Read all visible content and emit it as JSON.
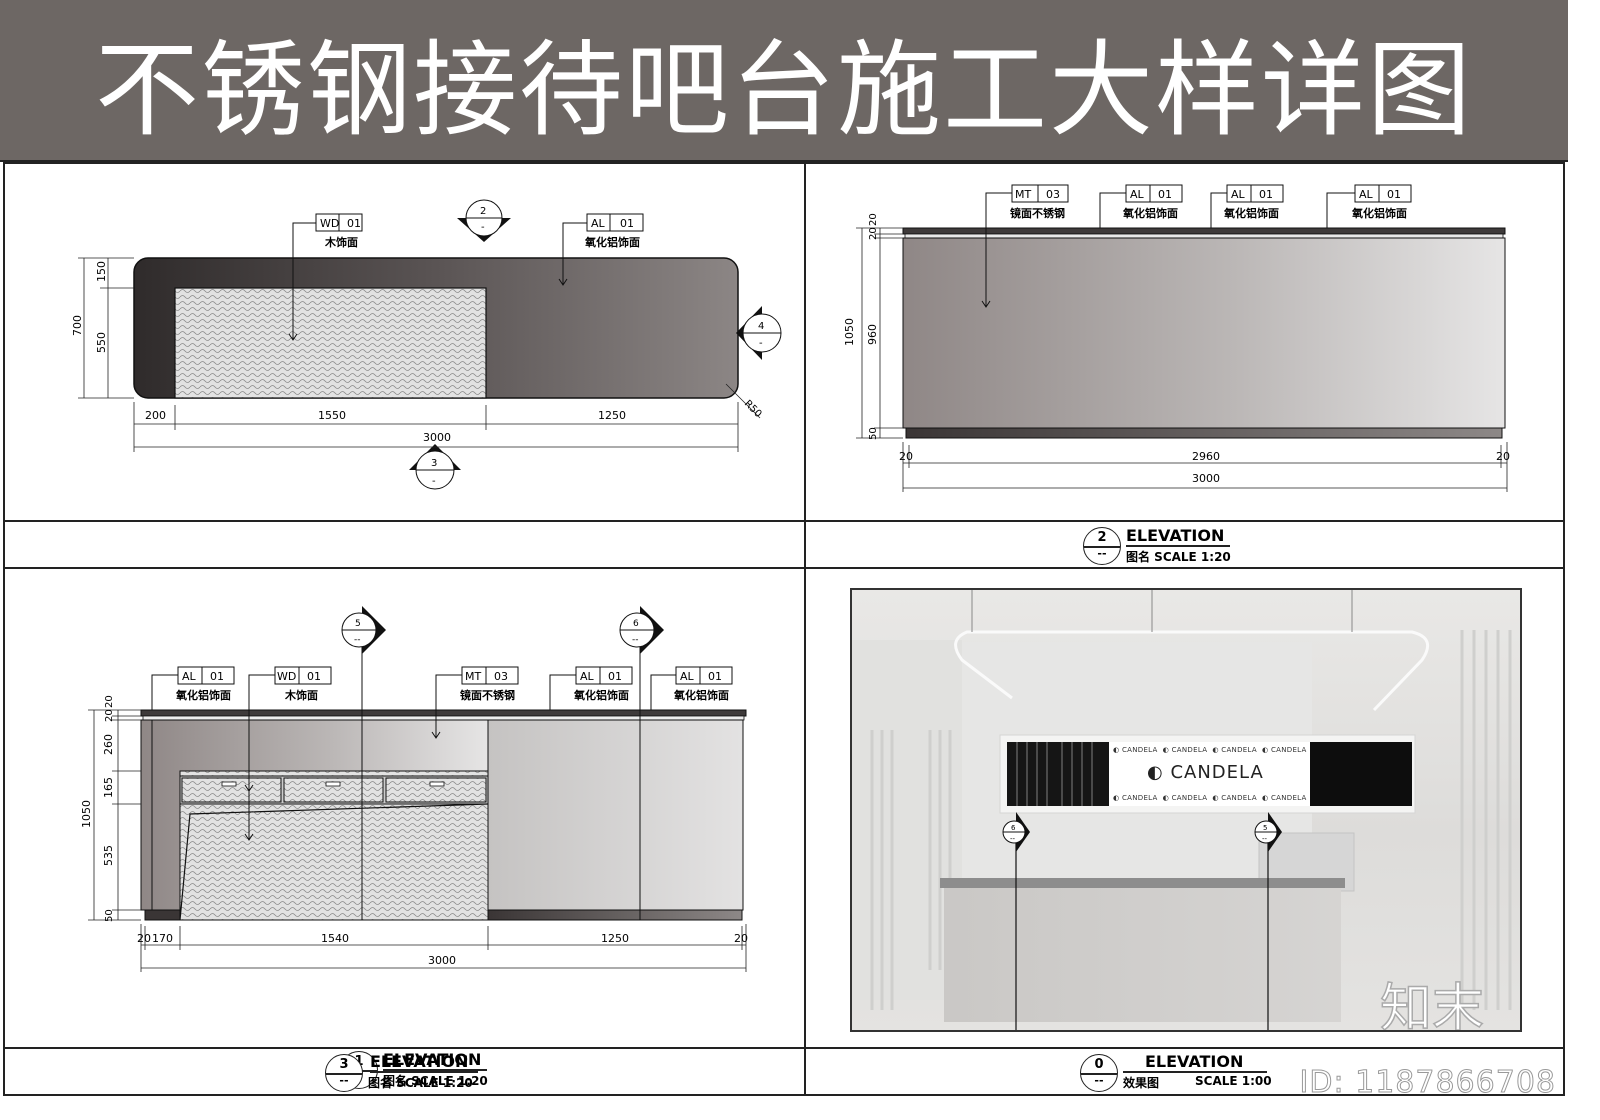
{
  "title": "不锈钢接待吧台施工大样详图",
  "colors": {
    "title_bg": "#6d6764",
    "dark_panel": "#3a3636",
    "mid_panel": "#8a8482",
    "light_panel": "#dddcdc",
    "line": "#222222"
  },
  "tags": {
    "wd01": {
      "code": "WD",
      "num": "01",
      "label": "木饰面"
    },
    "al01": {
      "code": "AL",
      "num": "01",
      "label": "氧化铝饰面"
    },
    "mt03": {
      "code": "MT",
      "num": "03",
      "label": "镜面不锈钢"
    }
  },
  "panel1": {
    "caption": {
      "num": "1",
      "sub": "-",
      "title": "ELEVATION",
      "subtitle": "图名  SCALE 1:20"
    },
    "markers": [
      {
        "num": "2",
        "sub": "-"
      },
      {
        "num": "3",
        "sub": "-"
      },
      {
        "num": "4",
        "sub": "-"
      }
    ],
    "dims": {
      "vertical": [
        "150",
        "550",
        "700"
      ],
      "horizontal": [
        "200",
        "1550",
        "1250"
      ],
      "total": "3000",
      "radius": "R50"
    }
  },
  "panel2": {
    "caption": {
      "num": "2",
      "sub": "--",
      "title": "ELEVATION",
      "subtitle": "图名  SCALE 1:20"
    },
    "dims": {
      "vertical": [
        "20",
        "20",
        "960",
        "50",
        "1050"
      ],
      "horizontal": [
        "20",
        "2960",
        "20"
      ],
      "total": "3000"
    }
  },
  "panel3": {
    "caption": {
      "num": "3",
      "sub": "--",
      "title": "ELEVATION",
      "subtitle": "图名    SCALE 1:20"
    },
    "markers": [
      {
        "num": "5",
        "sub": "--"
      },
      {
        "num": "6",
        "sub": "--"
      }
    ],
    "dims": {
      "vertical": [
        "20",
        "20",
        "260",
        "165",
        "535",
        "50",
        "1050"
      ],
      "horizontal": [
        "20",
        "170",
        "1540",
        "1250",
        "20"
      ],
      "total": "3000"
    }
  },
  "panel4": {
    "caption": {
      "num": "0",
      "sub": "--",
      "title": "ELEVATION",
      "subtitle_left": "效果图",
      "subtitle_right": "SCALE 1:00"
    },
    "sign": {
      "brand": "CANDELA",
      "small": "CANDELA"
    },
    "markers": [
      {
        "num": "6",
        "sub": "--"
      },
      {
        "num": "5",
        "sub": "--"
      }
    ]
  },
  "watermark": {
    "brand": "知末",
    "id_text": "ID: 1187866708"
  }
}
